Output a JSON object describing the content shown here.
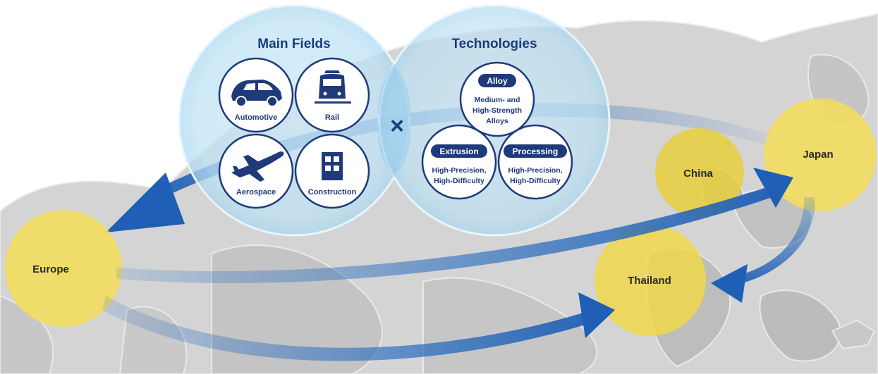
{
  "main_fields": {
    "title": "Main Fields",
    "items": [
      {
        "label": "Automotive",
        "icon": "car-icon"
      },
      {
        "label": "Rail",
        "icon": "train-icon"
      },
      {
        "label": "Aerospace",
        "icon": "airplane-icon"
      },
      {
        "label": "Construction",
        "icon": "building-icon"
      }
    ]
  },
  "operator": "×",
  "technologies": {
    "title": "Technologies",
    "items": [
      {
        "tag": "Alloy",
        "line1": "Medium- and",
        "line2": "High-Strength",
        "line3": "Alloys"
      },
      {
        "tag": "Extrusion",
        "line1": "High-Precision,",
        "line2": "High-Difficulty"
      },
      {
        "tag": "Processing",
        "line1": "High-Precision,",
        "line2": "High-Difficulty"
      }
    ]
  },
  "regions": {
    "europe": "Europe",
    "china": "China",
    "japan": "Japan",
    "thailand": "Thailand"
  },
  "colors": {
    "navy": "#1e3a7b",
    "region_yellow": "#f3dd57",
    "venn_blue": "#bfe2f5",
    "arrow_blue": "#2d6fc0"
  }
}
